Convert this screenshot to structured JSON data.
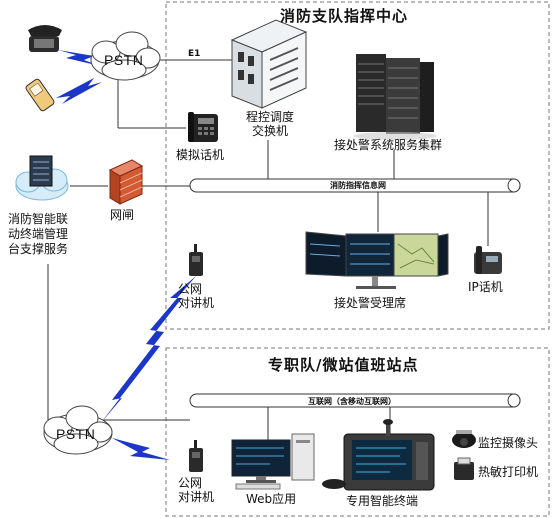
{
  "zones": {
    "command_center_title": "消防支队指挥中心",
    "duty_station_title": "专职队/微站值班站点"
  },
  "buses": {
    "command_network": "消防指挥信息网",
    "internet": "互联网（含移动互联网）"
  },
  "nodes": {
    "pstn_top": "PSTN",
    "pstn_bottom": "PSTN",
    "e1": "E1",
    "pbx_line1": "程控调度",
    "pbx_line2": "交换机",
    "analog_phone": "模拟话机",
    "server_cluster": "接处警系统服务集群",
    "platform_line1": "消防智能联",
    "platform_line2": "动终端管理",
    "platform_line3": "台支撑服务",
    "gateway": "网闸",
    "radio_top_line1": "公网",
    "radio_top_line2": "对讲机",
    "dispatch_seat": "接处警受理席",
    "ip_phone": "IP话机",
    "radio_bottom_line1": "公网",
    "radio_bottom_line2": "对讲机",
    "web_app": "Web应用",
    "smart_terminal": "专用智能终端",
    "camera": "监控摄像头",
    "printer": "热敏打印机"
  }
}
